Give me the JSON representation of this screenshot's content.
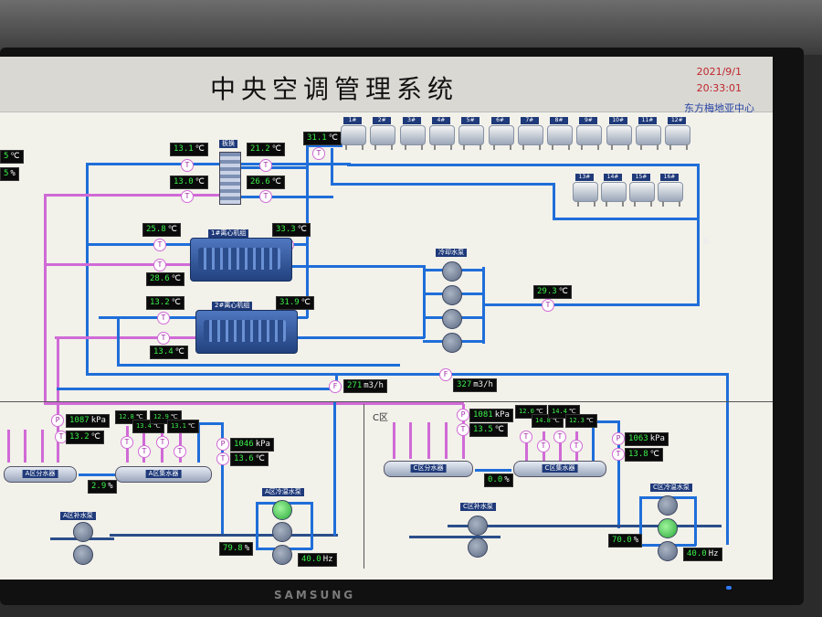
{
  "header": {
    "title": "中央空调管理系统",
    "date": "2021/9/1",
    "time": "20:33:01",
    "org": "东方梅地亚中心"
  },
  "labels": {
    "hx": "板换",
    "chiller1": "1#离心机组",
    "chiller2": "2#离心机组",
    "cooling_pump": "冷却水泵",
    "zoneA_supply": "A区分水器",
    "zoneA_return": "A区集水器",
    "zoneA_makeup": "A区补水泵",
    "zoneA_cw_pump": "A区冷温水泵",
    "zoneC": "C区",
    "zoneC_supply": "C区分水器",
    "zoneC_return": "C区集水器",
    "zoneC_makeup": "C区补水泵",
    "zoneC_cw_pump": "C区冷温水泵",
    "brand": "SAMSUNG"
  },
  "towers": [
    "1#",
    "2#",
    "3#",
    "4#",
    "5#",
    "6#",
    "7#",
    "8#",
    "9#",
    "10#",
    "11#",
    "12#",
    "13#",
    "14#",
    "15#",
    "16#"
  ],
  "readings": {
    "left_temp": "5",
    "left_temp_unit": "℃",
    "left_pct": "5",
    "left_pct_unit": "%",
    "hx_in_temp": "13.1",
    "hx_out_temp": "21.2",
    "hx_in2_temp": "13.0",
    "hx_out2_temp": "26.6",
    "tower_supply_temp": "31.1",
    "ch1_in_temp": "25.8",
    "ch1_out_temp": "33.3",
    "ch1_chw_temp": "28.6",
    "ch2_in_temp": "13.2",
    "ch2_out_temp": "31.9",
    "ch2_chw_temp": "13.4",
    "tower_return_temp": "29.3",
    "flow1": "271",
    "flow2": "327",
    "flow_unit": "m3/h",
    "a_press": "1087",
    "a_temp": "13.2",
    "a_t1": "12.8",
    "a_t2": "13.4",
    "a_t3": "12.9",
    "a_t4": "13.1",
    "a_ret_press": "1046",
    "a_ret_temp": "13.6",
    "a_valve_pct": "2.9",
    "a_pump_pct": "79.8",
    "a_hz": "40.0",
    "c_press": "1081",
    "c_temp": "13.5",
    "c_t1": "12.0",
    "c_t2": "14.8",
    "c_t3": "14.4",
    "c_t4": "12.3",
    "c_ret_press": "1063",
    "c_ret_temp": "13.8",
    "c_valve_pct": "0.0",
    "c_pump_pct": "70.0",
    "c_hz": "40.0",
    "unit_c": "℃",
    "unit_kpa": "kPa",
    "unit_pct": "%",
    "unit_hz": "Hz"
  },
  "colors": {
    "supply_pipe": "#1f6ed9",
    "return_pipe": "#d06ad6",
    "value_text": "#3bf04a",
    "screen_bg": "#f2f1ea"
  }
}
